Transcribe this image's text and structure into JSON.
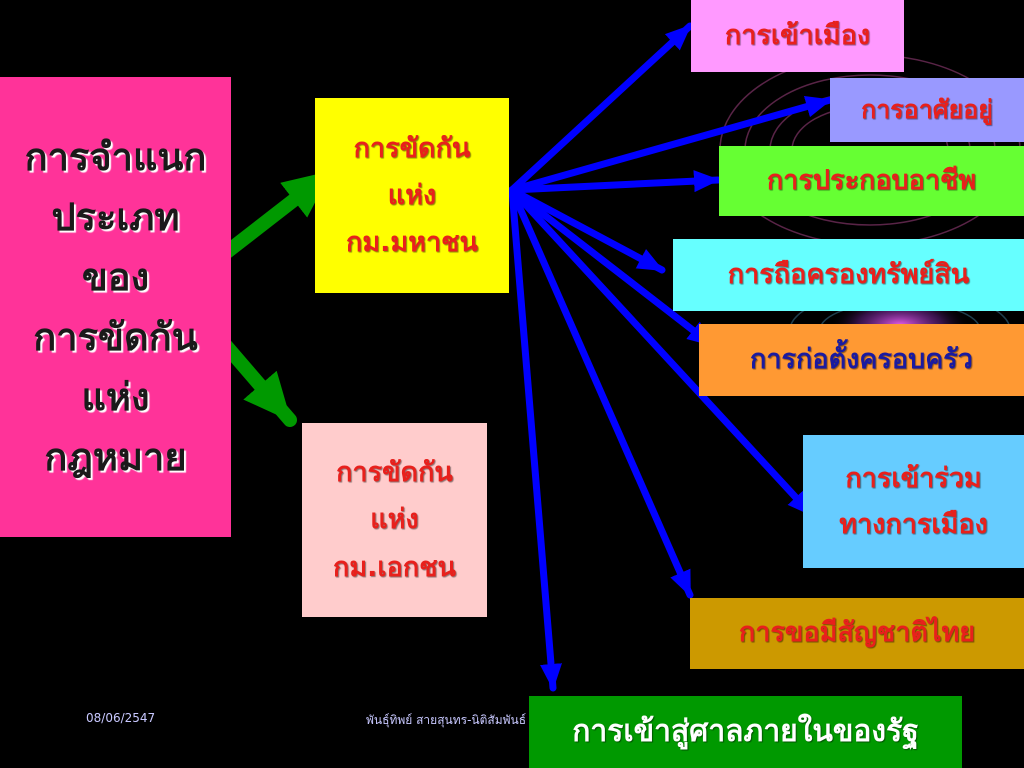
{
  "main": {
    "label": "การจำแนก\nประเภท\nของ\nการขัดกัน\nแห่ง\nกฎหมาย",
    "bg": "#ff3399"
  },
  "branches": {
    "public": {
      "label": "การขัดกัน\nแห่ง\nกม.มหาชน",
      "bg": "#ffff00",
      "text": "#e8201c"
    },
    "private": {
      "label": "การขัดกัน\nแห่ง\nกม.เอกชน",
      "bg": "#ffcccc",
      "text": "#e8201c"
    }
  },
  "topics": [
    {
      "label": "การเข้าเมือง",
      "bg": "#ff99ff",
      "text": "#e8201c"
    },
    {
      "label": "การอาศัยอยู่",
      "bg": "#9999ff",
      "text": "#e8201c"
    },
    {
      "label": "การประกอบอาชีพ",
      "bg": "#66ff33",
      "text": "#e8201c"
    },
    {
      "label": "การถือครองทรัพย์สิน",
      "bg": "#66ffff",
      "text": "#e8201c"
    },
    {
      "label": "การก่อตั้งครอบครัว",
      "bg": "#ff9933",
      "text": "#1a1aa0"
    },
    {
      "label": "การเข้าร่วม\nทางการเมือง",
      "bg": "#66ccff",
      "text": "#e8201c"
    },
    {
      "label": "การขอมีสัญชาติไทย",
      "bg": "#cc9900",
      "text": "#e8201c"
    },
    {
      "label": "การเข้าสู่ศาลภายในของรัฐ",
      "bg": "#009900",
      "text": "#ffffff"
    }
  ],
  "colors": {
    "background": "#000000",
    "green_arrow": "#009900",
    "blue_arrow": "#0000ff"
  },
  "footer": {
    "date": "08/06/2547",
    "author": "พันธุ์ทิพย์ สายสุนทร-นิติสัมพันธ์"
  }
}
